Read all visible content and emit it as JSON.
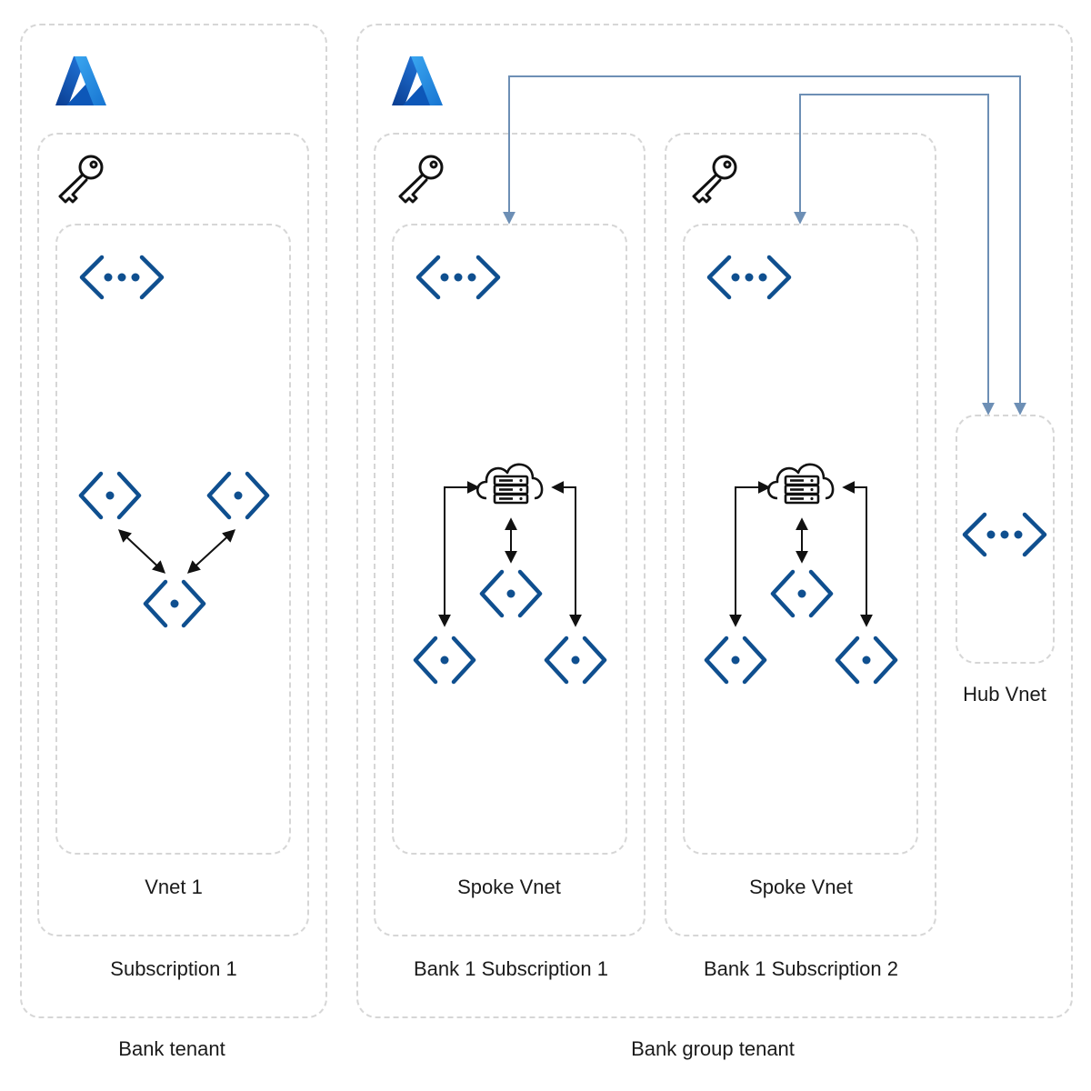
{
  "labels": {
    "bank_tenant": "Bank tenant",
    "bank_group_tenant": "Bank group tenant",
    "subscription_1": "Subscription 1",
    "bank1_subscription_1": "Bank 1  Subscription 1",
    "bank1_subscription_2": "Bank 1  Subscription 2",
    "vnet_1": "Vnet 1",
    "spoke_vnet_1": "Spoke Vnet",
    "spoke_vnet_2": "Spoke Vnet",
    "hub_vnet": "Hub Vnet"
  },
  "icons": {
    "azure": "azure-logo-icon",
    "subscription": "key-icon",
    "vnet": "virtual-network-icon",
    "subnet": "subnet-icon",
    "gateway": "cloud-server-icon"
  },
  "colors": {
    "azure_dark": "#0a3d91",
    "azure_light": "#1f8ee0",
    "icon_blue": "#0f4f8f",
    "peering_line": "#6d8fb5",
    "arrow": "#111111",
    "dashed_border": "#d6d6d6"
  }
}
